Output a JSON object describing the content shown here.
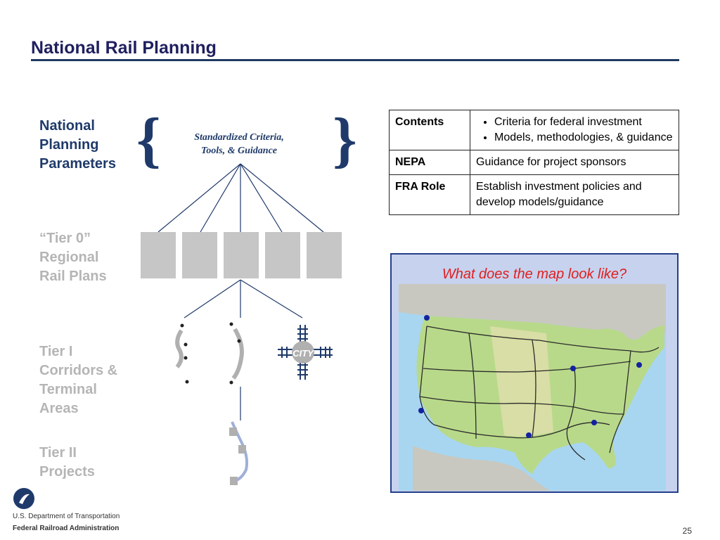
{
  "title": "National Rail Planning",
  "tiers": {
    "national": [
      "National",
      "Planning",
      "Parameters"
    ],
    "tier0": [
      "“Tier 0”",
      "Regional",
      "Rail Plans"
    ],
    "tier1": [
      "Tier I",
      "Corridors &",
      "Terminal",
      "Areas"
    ],
    "tier2": [
      "Tier II",
      "Projects"
    ]
  },
  "standardized": [
    "Standardized Criteria,",
    "Tools, & Guidance"
  ],
  "city_label": "CITY",
  "table": {
    "rows": [
      {
        "key": "Contents",
        "bullets": [
          "Criteria for federal investment",
          "Models, methodologies, & guidance"
        ]
      },
      {
        "key": "NEPA",
        "value": "Guidance for project sponsors"
      },
      {
        "key": "FRA Role",
        "value": "Establish investment policies and develop models/guidance"
      }
    ]
  },
  "map_question": "What does the map look like?",
  "footer": {
    "dept": "U.S. Department of Transportation",
    "agency": "Federal Railroad Administration",
    "page": "25"
  },
  "colors": {
    "title": "#1f1f5f",
    "accent": "#1f3a6a",
    "grey": "#b5b5b5",
    "question": "#e02020",
    "map_border": "#243e8a"
  }
}
